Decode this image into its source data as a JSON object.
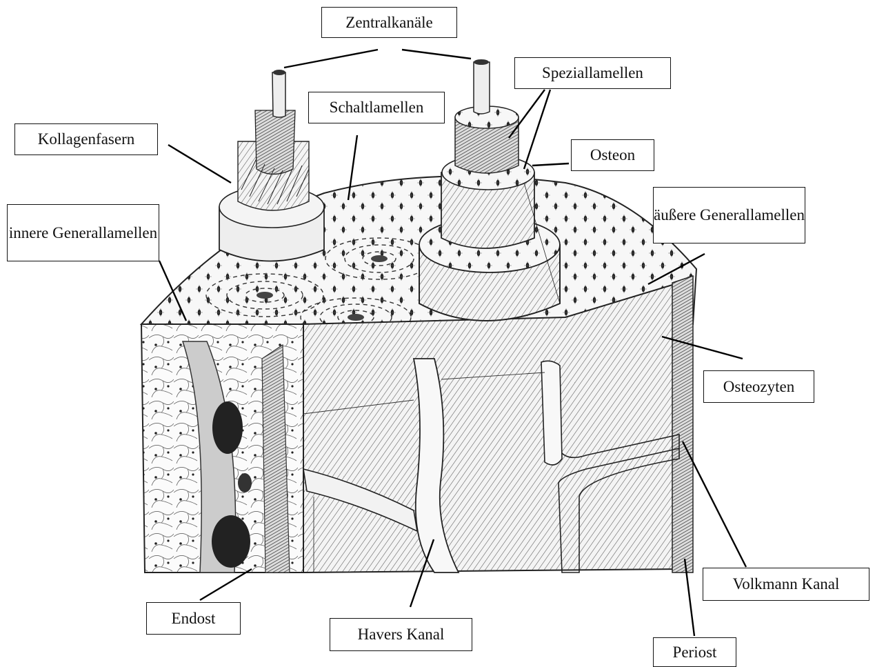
{
  "labels": {
    "zentralkanaele": "Zentralkanäle",
    "speziallamellen": "Speziallamellen",
    "schaltlamellen": "Schaltlamellen",
    "kollagenfasern": "Kollagenfasern",
    "osteon": "Osteon",
    "innere_generallamellen": "innere Generallamellen",
    "aeussere_generallamellen": "äußere Generallamellen",
    "osteozyten": "Osteozyten",
    "volkmann_kanal": "Volkmann Kanal",
    "endost": "Endost",
    "havers_kanal": "Havers Kanal",
    "periost": "Periost"
  }
}
